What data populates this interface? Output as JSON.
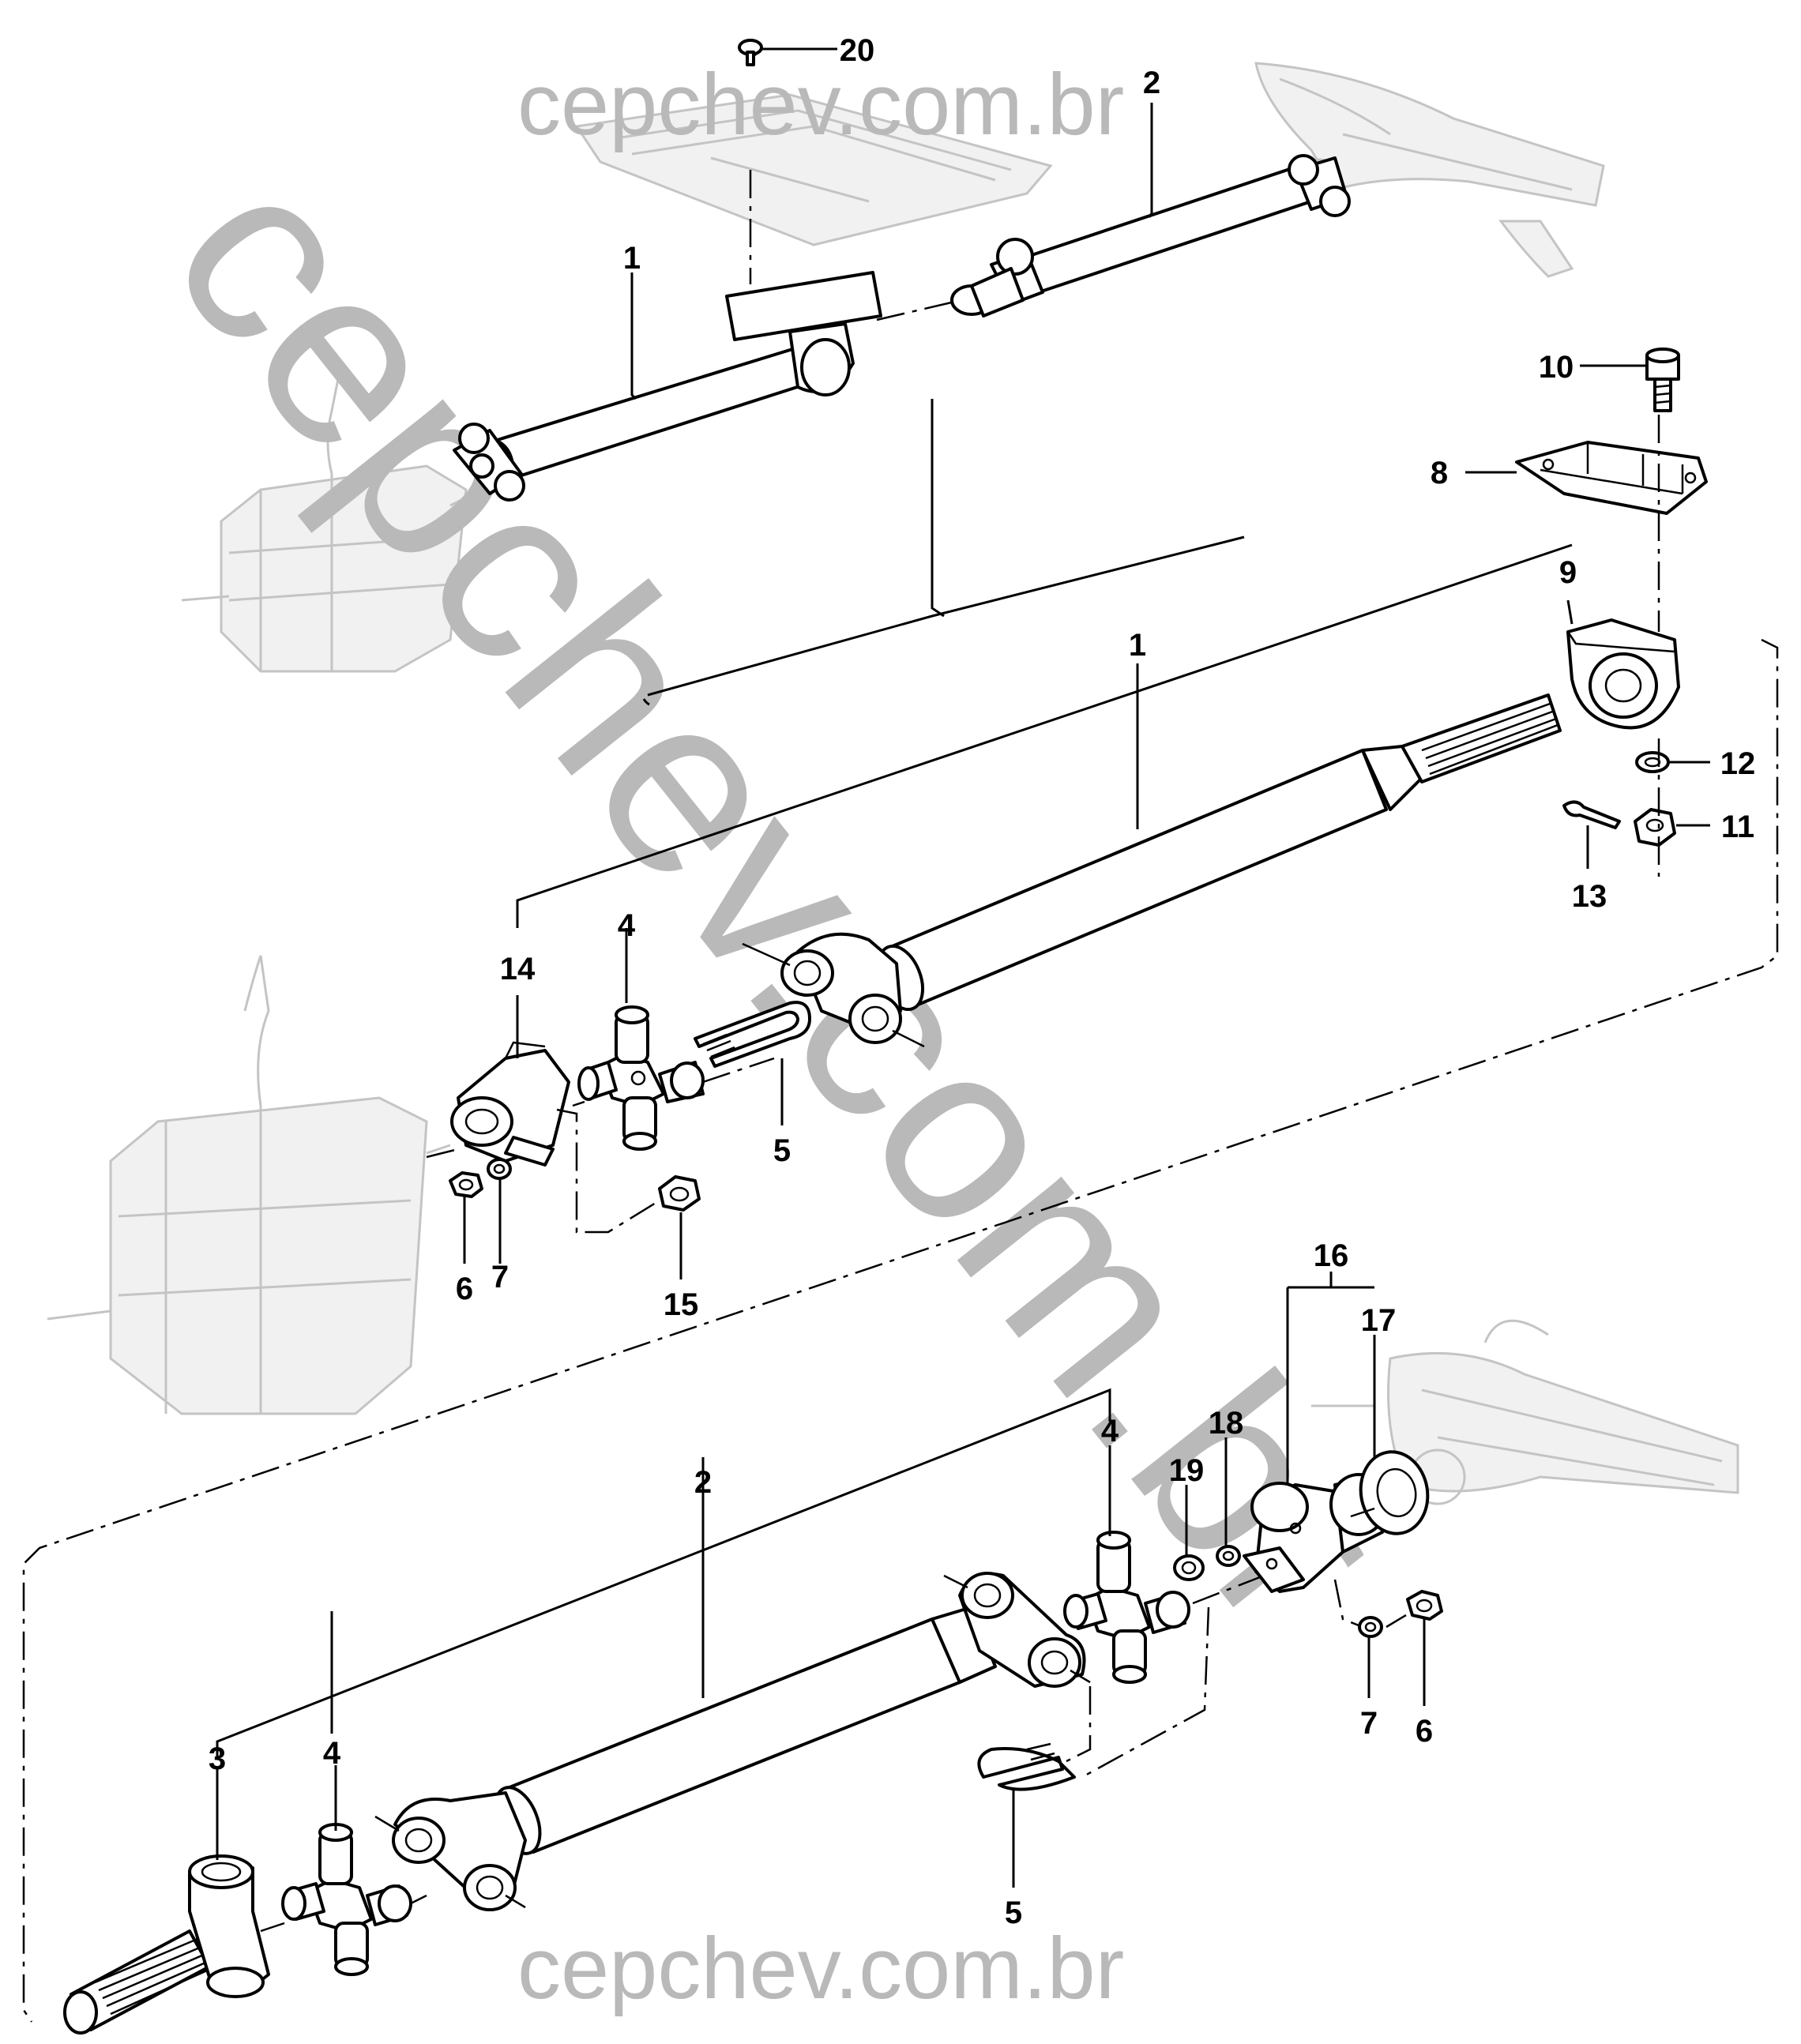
{
  "watermark": {
    "top": "cepchev.com.br",
    "bottom": "cepchev.com.br",
    "diagonal": "cepchev.com.br"
  },
  "callouts": [
    {
      "id": "c20",
      "text": "20"
    },
    {
      "id": "c2a",
      "text": "2"
    },
    {
      "id": "c1a",
      "text": "1"
    },
    {
      "id": "c10",
      "text": "10"
    },
    {
      "id": "c8",
      "text": "8"
    },
    {
      "id": "c9",
      "text": "9"
    },
    {
      "id": "c1b",
      "text": "1"
    },
    {
      "id": "c12",
      "text": "12"
    },
    {
      "id": "c11",
      "text": "11"
    },
    {
      "id": "c13",
      "text": "13"
    },
    {
      "id": "c14",
      "text": "14"
    },
    {
      "id": "c4a",
      "text": "4"
    },
    {
      "id": "c5a",
      "text": "5"
    },
    {
      "id": "c6a",
      "text": "6"
    },
    {
      "id": "c7a",
      "text": "7"
    },
    {
      "id": "c15",
      "text": "15"
    },
    {
      "id": "c16",
      "text": "16"
    },
    {
      "id": "c17",
      "text": "17"
    },
    {
      "id": "c18",
      "text": "18"
    },
    {
      "id": "c19",
      "text": "19"
    },
    {
      "id": "c4b",
      "text": "4"
    },
    {
      "id": "c2b",
      "text": "2"
    },
    {
      "id": "c3",
      "text": "3"
    },
    {
      "id": "c4c",
      "text": "4"
    },
    {
      "id": "c7b",
      "text": "7"
    },
    {
      "id": "c6b",
      "text": "6"
    },
    {
      "id": "c5b",
      "text": "5"
    }
  ]
}
